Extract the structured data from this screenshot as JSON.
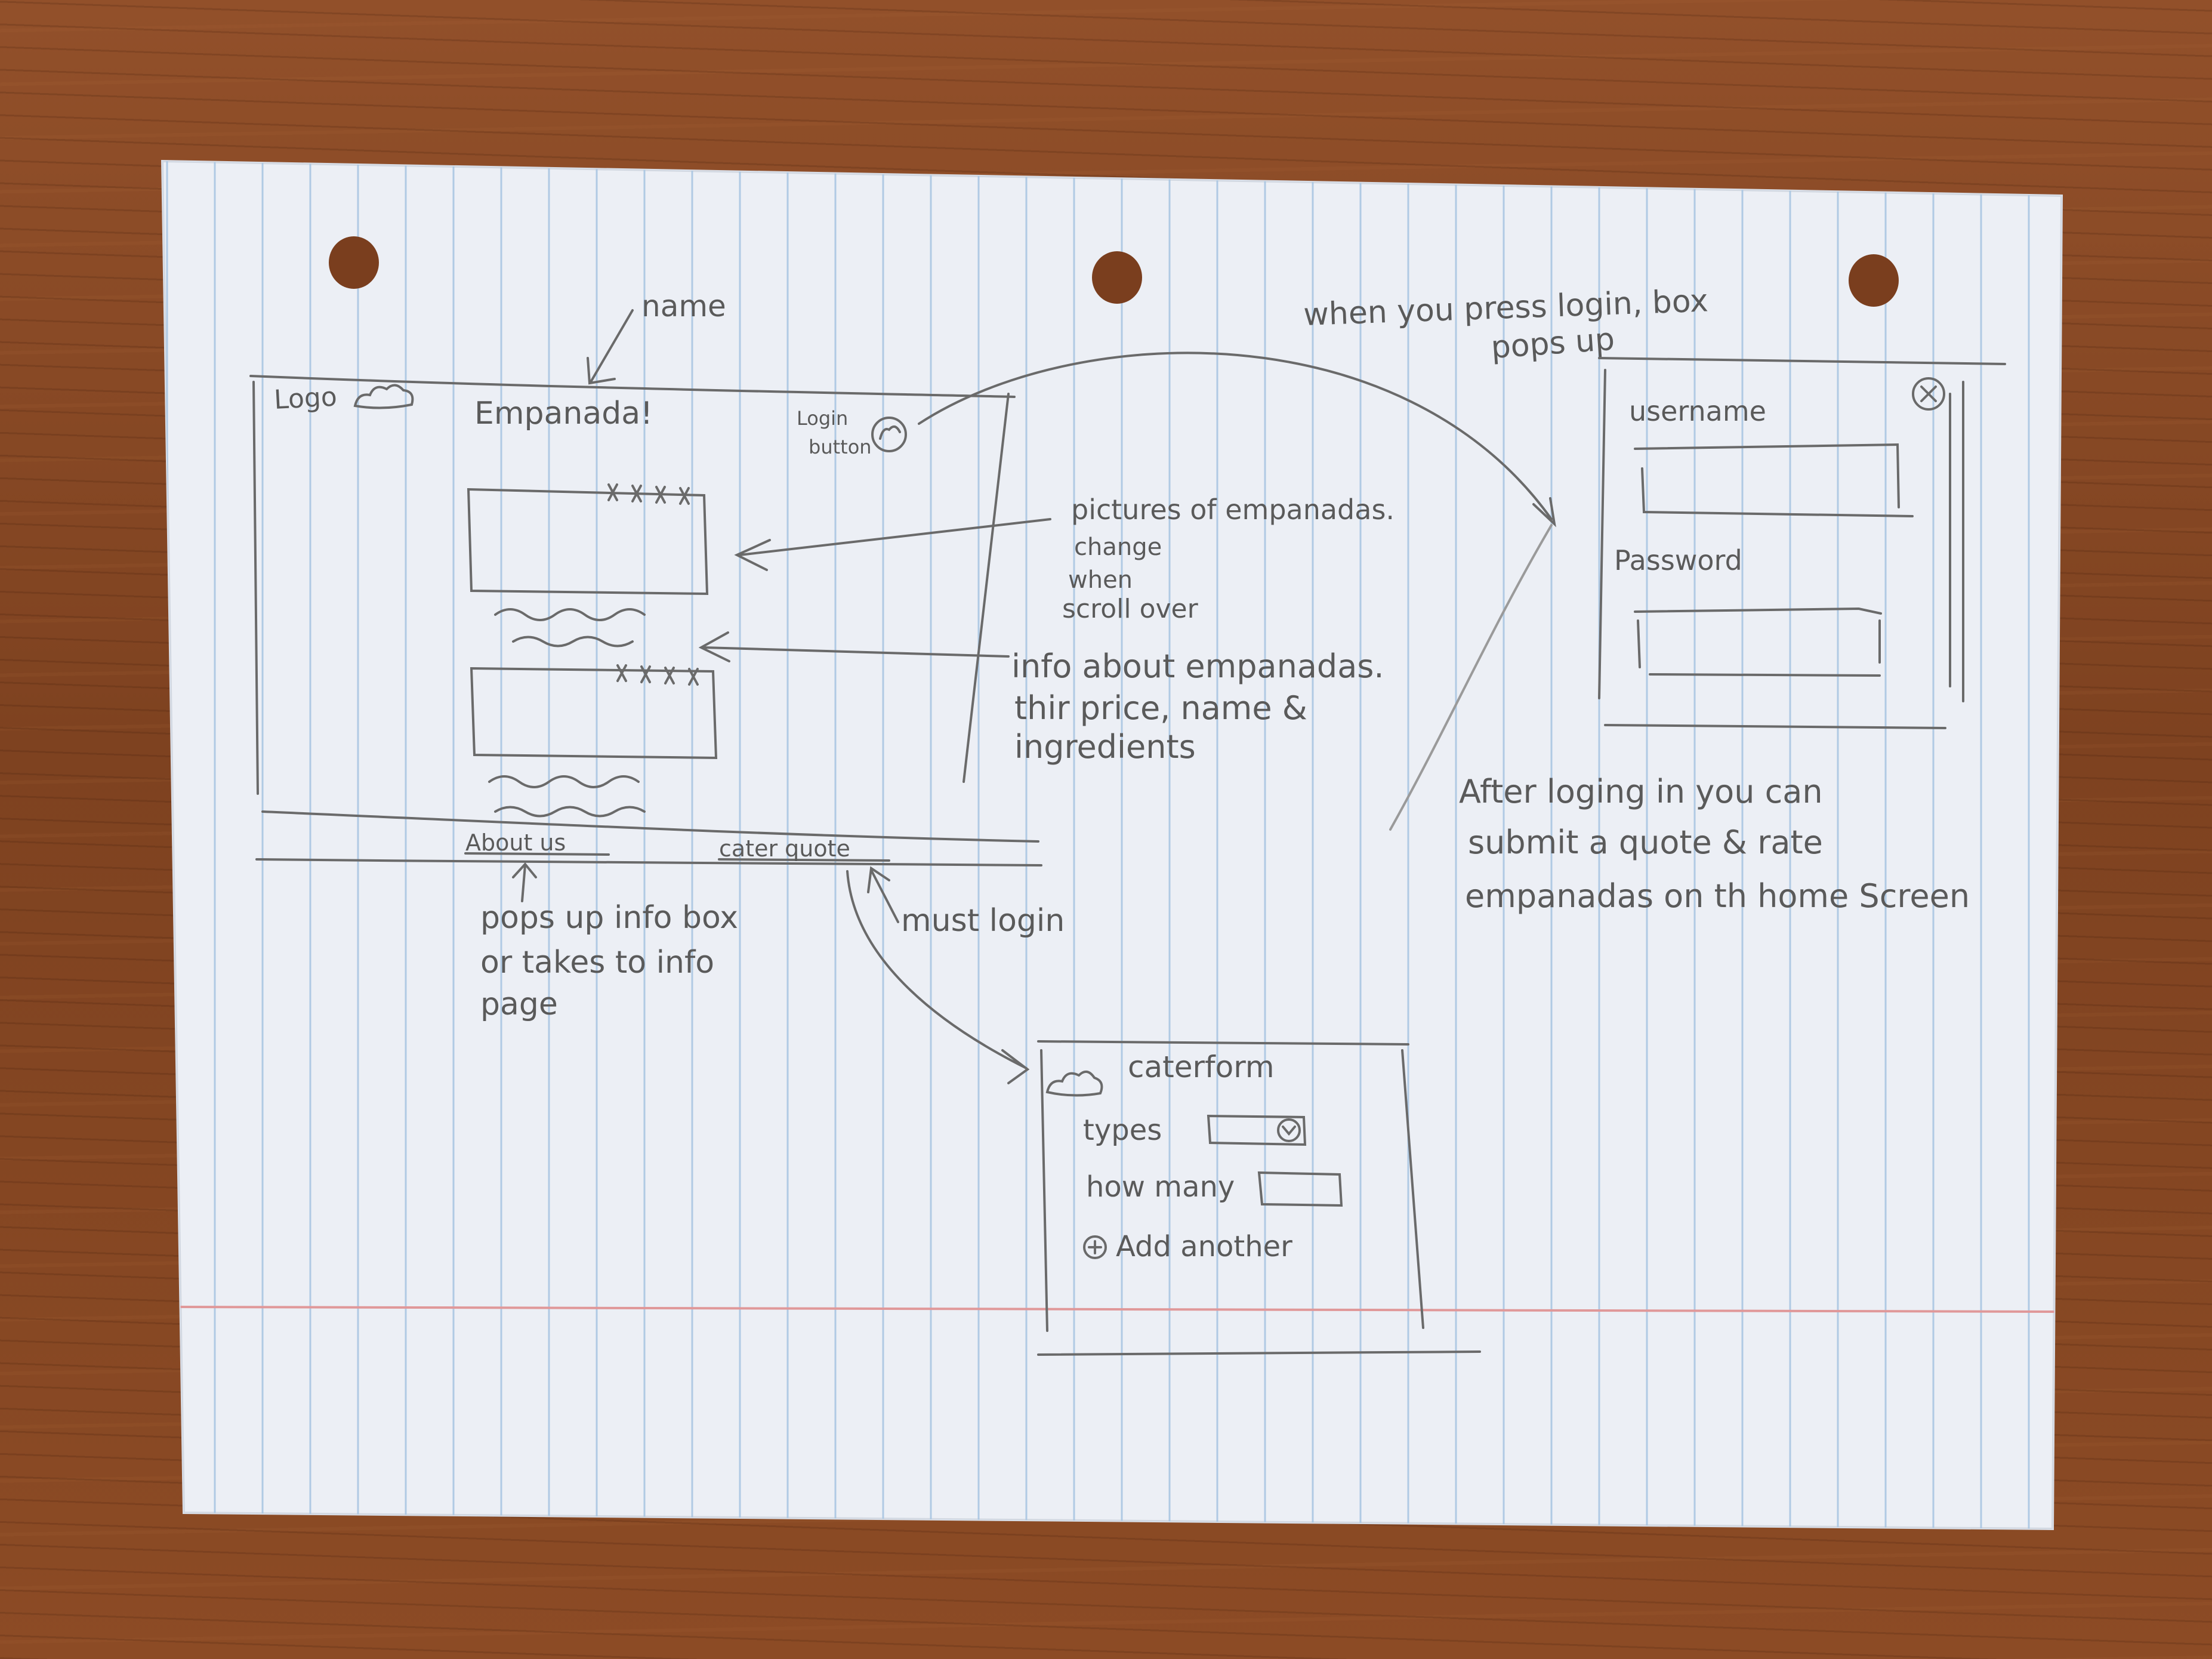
{
  "sketch": {
    "header": {
      "logo_label": "Logo",
      "site_name": "Empanada!",
      "name_note": "name",
      "login_button_label": "Login button"
    },
    "annotations": {
      "pictures_note": [
        "pictures of empanadas.",
        "change",
        "when",
        "scroll over"
      ],
      "info_note": [
        "info about empanadas.",
        "thir price, name &",
        "ingredients"
      ],
      "login_popup_note": [
        "when you press login, box",
        "pops up"
      ],
      "after_login_note": [
        "After loging in you can",
        "submit a quote & rate",
        "empanadas on th home Screen"
      ],
      "about_note": [
        "pops up info box",
        "or takes to info",
        "page"
      ],
      "must_login_note": "must login"
    },
    "footer": {
      "about_link": "About us",
      "quote_link": "cater quote"
    },
    "login_box": {
      "username_label": "username",
      "password_label": "Password"
    },
    "cater_form": {
      "title": "caterform",
      "types_label": "types",
      "how_many_label": "how many",
      "add_another_label": "Add another"
    }
  },
  "colors": {
    "pencil": "#5a5a5a",
    "rule_blue": "#a9c8e6",
    "margin_red": "#e79a9a",
    "paper": "#f4f6fb",
    "desk": "#8a4a22"
  }
}
